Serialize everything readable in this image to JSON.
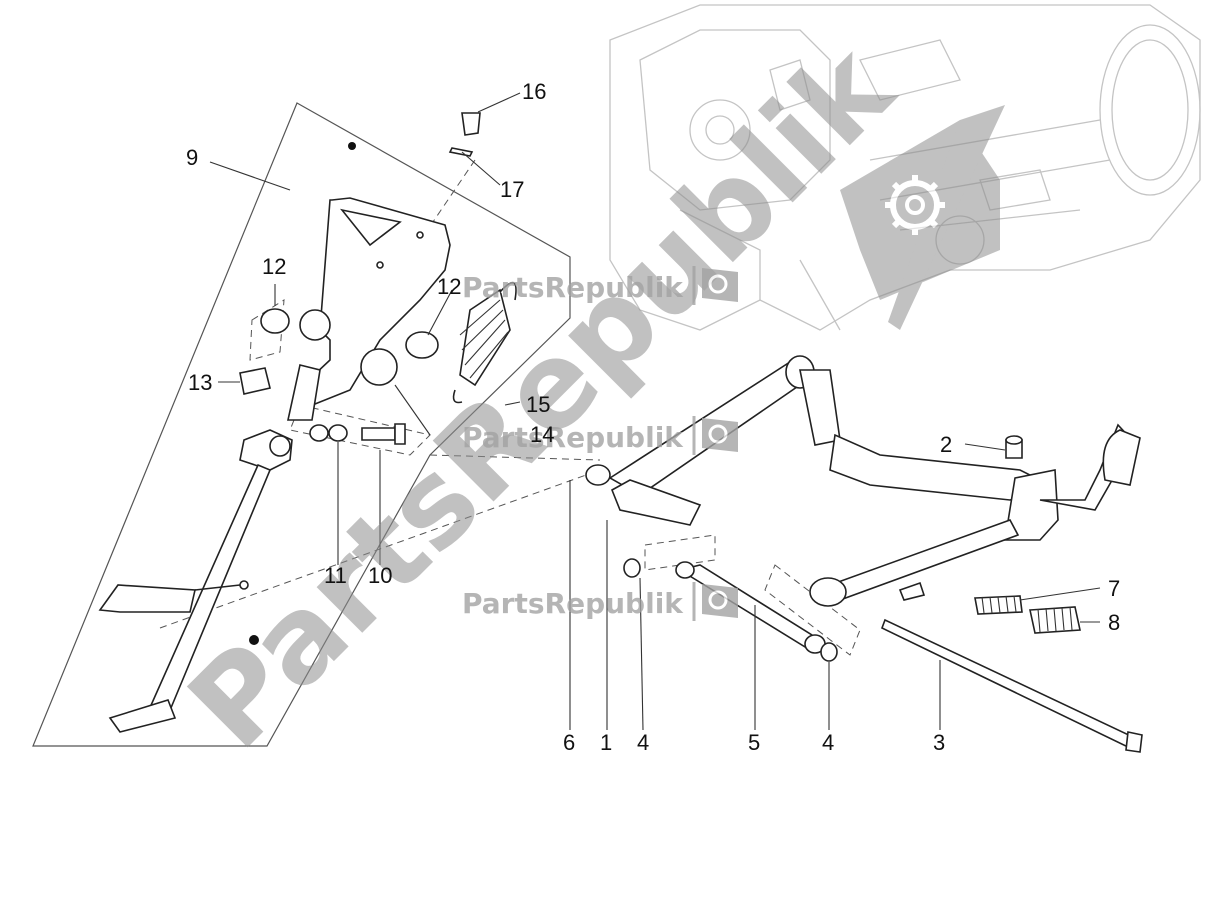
{
  "diagram": {
    "callouts": [
      {
        "id": "c16",
        "label": "16"
      },
      {
        "id": "c17",
        "label": "17"
      },
      {
        "id": "c9",
        "label": "9"
      },
      {
        "id": "c12a",
        "label": "12"
      },
      {
        "id": "c12b",
        "label": "12"
      },
      {
        "id": "c13",
        "label": "13"
      },
      {
        "id": "c15",
        "label": "15"
      },
      {
        "id": "c14",
        "label": "14"
      },
      {
        "id": "c11",
        "label": "11"
      },
      {
        "id": "c10",
        "label": "10"
      },
      {
        "id": "c2",
        "label": "2"
      },
      {
        "id": "c7",
        "label": "7"
      },
      {
        "id": "c8",
        "label": "8"
      },
      {
        "id": "c6",
        "label": "6"
      },
      {
        "id": "c1",
        "label": "1"
      },
      {
        "id": "c4a",
        "label": "4"
      },
      {
        "id": "c5",
        "label": "5"
      },
      {
        "id": "c4b",
        "label": "4"
      },
      {
        "id": "c3",
        "label": "3"
      }
    ],
    "watermarks": {
      "small": "PartsRepublik",
      "large": "PartsRepublik"
    },
    "colors": {
      "line": "#222222",
      "ghost": "#c4c4c4",
      "watermark": "#9a9a9a"
    },
    "icons": [
      "gear-icon",
      "flag-icon"
    ]
  }
}
